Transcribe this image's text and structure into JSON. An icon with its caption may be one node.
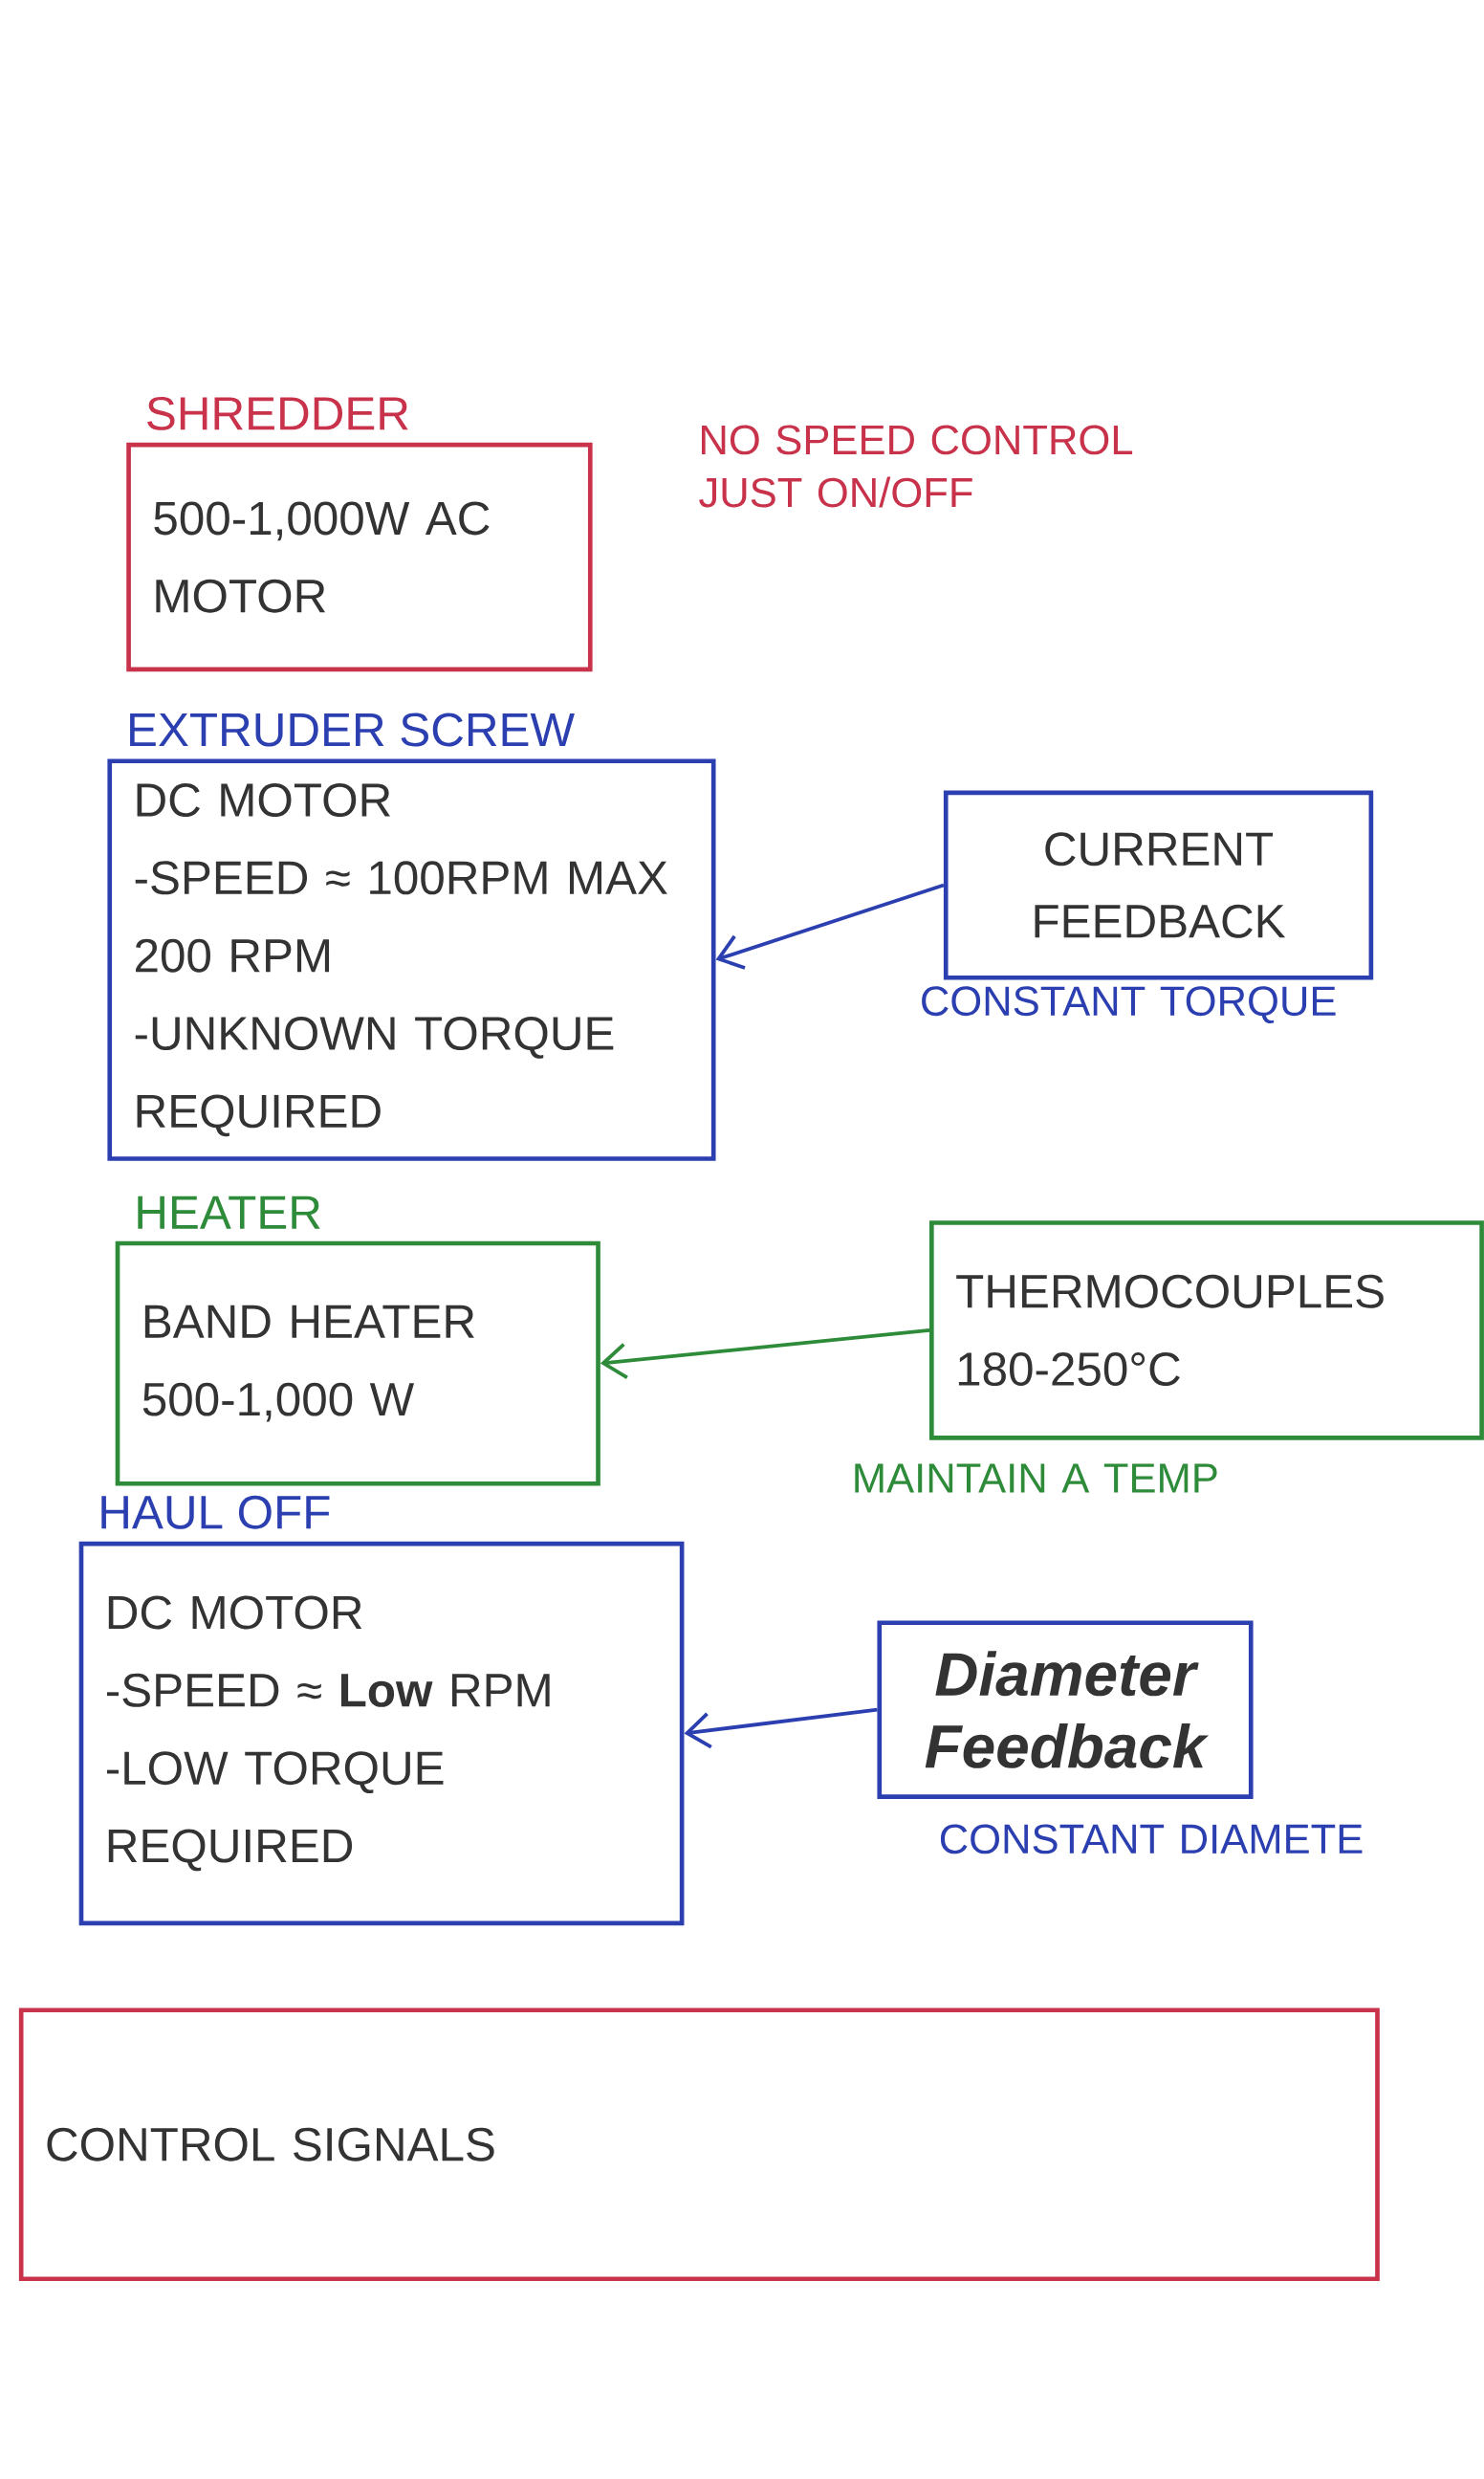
{
  "diagram": {
    "nodes": [
      {
        "text": [
          "SHREDDER",
          "500-1,000W AC MOTOR"
        ],
        "beside": [
          "NO SPEED CONTROL JUST ON/OFF"
        ]
      },
      {
        "text": [
          "EXTRUDER SCREW",
          "DC MOTOR",
          "-SPEED ≈ 100RPM MAX 200 RPM",
          "-UNKNOWN TORQUE REQUIRED"
        ]
      },
      {
        "text": [
          "CURRENT FEEDBACK"
        ],
        "beside": [
          "CONSTANT TORQUE"
        ]
      },
      {
        "text": [
          "HEATER",
          "BAND HEATER",
          "500-1,000 W"
        ]
      },
      {
        "text": [
          "THERMOCOUPLES",
          "180-250°C"
        ],
        "beside": [
          "MAINTAIN A TEMP"
        ]
      },
      {
        "text": [
          "HAUL OFF",
          "DC MOTOR",
          "-SPEED ≈ **Low** RPM",
          "-LOW TORQUE REQUIRED"
        ]
      },
      {
        "text": [
          "Diameter Feedback"
        ],
        "beside": [
          "CONSTANT DIAMETE"
        ]
      },
      {
        "text": [
          "CONTROL SIGNALS"
        ]
      }
    ],
    "edges": [
      {
        "from": 2,
        "to": 1,
        "arrow": "to"
      },
      {
        "from": 4,
        "to": 3,
        "arrow": "to",
        "color": "#2e8b3a"
      },
      {
        "from": 6,
        "to": 5,
        "arrow": "to"
      }
    ]
  }
}
